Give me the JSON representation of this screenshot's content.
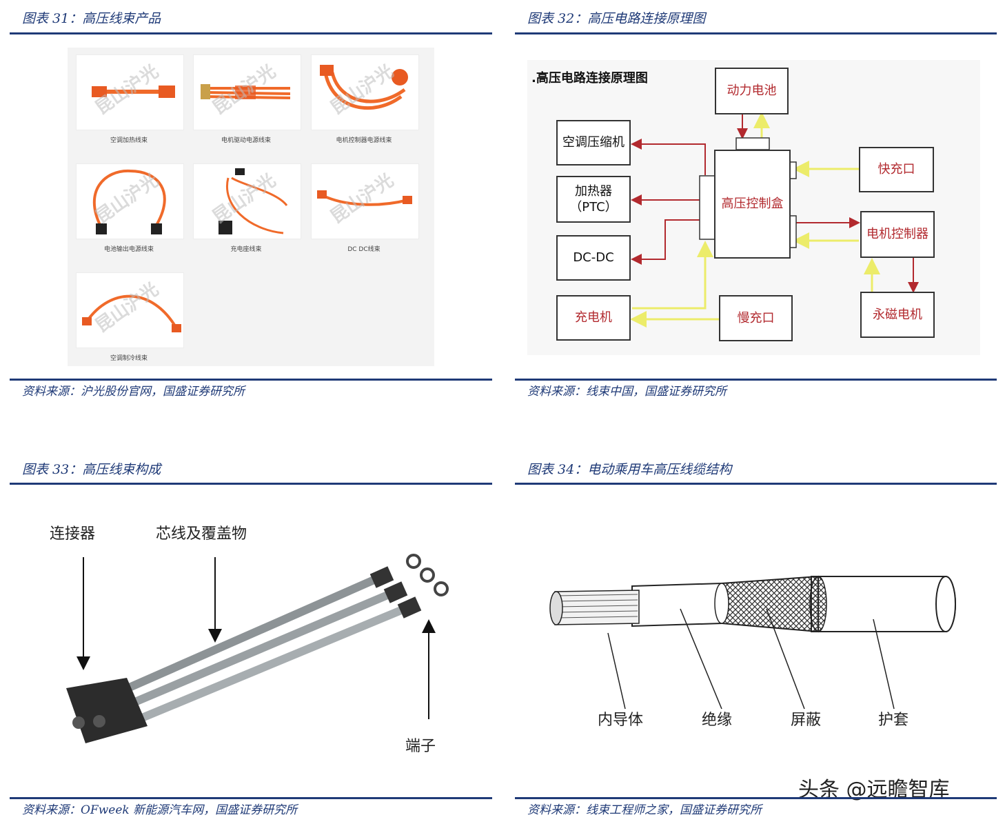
{
  "fig31": {
    "title": "图表 31：高压线束产品",
    "source": "资料来源：沪光股份官网，国盛证券研究所",
    "watermark": "昆山沪光",
    "products": [
      {
        "label": "空调加热线束"
      },
      {
        "label": "电机驱动电源线束"
      },
      {
        "label": "电机控制器电源线束"
      },
      {
        "label": "电池输出电源线束"
      },
      {
        "label": "充电座线束"
      },
      {
        "label": "DC DC线束"
      },
      {
        "label": "空调制冷线束"
      }
    ]
  },
  "fig32": {
    "title": "图表 32：高压电路连接原理图",
    "source": "资料来源：线束中国，国盛证券研究所",
    "diagram_title": ".高压电路连接原理图",
    "boxes": {
      "battery": "动力电池",
      "ac_compressor": "空调压缩机",
      "heater_line1": "加热器",
      "heater_line2": "（PTC）",
      "dcdc": "DC-DC",
      "charger": "充电机",
      "control_box": "高压控制盒",
      "fast_port": "快充口",
      "motor_ctrl": "电机控制器",
      "slow_port": "慢充口",
      "pm_motor": "永磁电机"
    },
    "colors": {
      "power": "#b2292e",
      "signal": "#f5f07a"
    }
  },
  "fig33": {
    "title": "图表 33：高压线束构成",
    "source": "资料来源：OFweek 新能源汽车网，国盛证券研究所",
    "labels": {
      "connector": "连接器",
      "core": "芯线及覆盖物",
      "terminal": "端子"
    }
  },
  "fig34": {
    "title": "图表 34：电动乘用车高压线缆结构",
    "source": "资料来源：线束工程师之家，国盛证券研究所",
    "labels": {
      "conductor": "内导体",
      "insulation": "绝缘",
      "shield": "屏蔽",
      "jacket": "护套"
    }
  },
  "brand_text": "头条 @远瞻智库"
}
